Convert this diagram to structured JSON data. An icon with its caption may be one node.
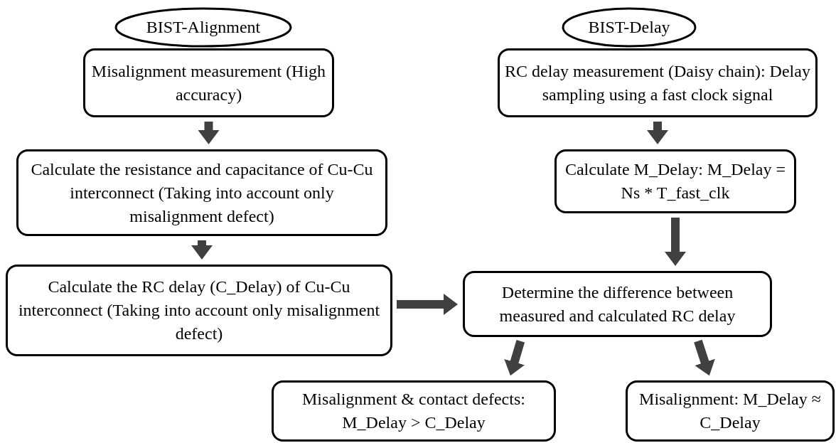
{
  "diagram": {
    "nodes": [
      {
        "text": [
          "BIST-Alignment"
        ]
      },
      {
        "text": [
          "Misalignment measurement (High accuracy)"
        ]
      },
      {
        "text": [
          "Calculate the resistance and capacitance of Cu-Cu interconnect (Taking into account only misalignment defect)"
        ]
      },
      {
        "text": [
          "Calculate the RC delay (C_Delay) of Cu-Cu interconnect (Taking into account only misalignment defect)"
        ]
      },
      {
        "text": [
          "BIST-Delay"
        ]
      },
      {
        "text": [
          "RC delay measurement (Daisy chain): Delay sampling using a fast clock signal"
        ]
      },
      {
        "text": [
          "Calculate M_Delay: M_Delay = Ns * T_fast_clk"
        ]
      },
      {
        "text": [
          "Determine the difference between measured and calculated RC delay"
        ]
      },
      {
        "text": [
          "Misalignment & contact defects: M_Delay > C_Delay"
        ]
      },
      {
        "text": [
          "Misalignment: M_Delay ≈ C_Delay"
        ]
      }
    ],
    "edges": [
      {
        "from": 1,
        "to": 2,
        "arrow": "to"
      },
      {
        "from": 2,
        "to": 3,
        "arrow": "to"
      },
      {
        "from": 3,
        "to": 7,
        "arrow": "to"
      },
      {
        "from": 5,
        "to": 6,
        "arrow": "to"
      },
      {
        "from": 6,
        "to": 7,
        "arrow": "to"
      },
      {
        "from": 7,
        "to": 8,
        "arrow": "to"
      },
      {
        "from": 7,
        "to": 9,
        "arrow": "to"
      }
    ]
  }
}
